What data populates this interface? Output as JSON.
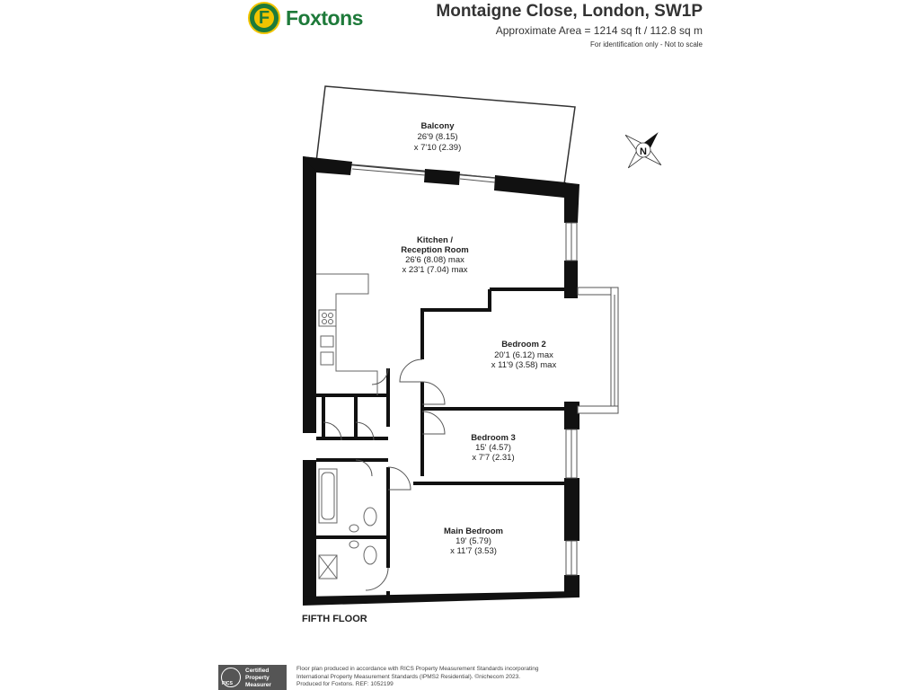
{
  "brand": {
    "initial": "F",
    "name": "Foxtons"
  },
  "header": {
    "title": "Montaigne Close, London, SW1P",
    "area": "Approximate Area = 1214 sq ft / 112.8 sq m",
    "disclaimer": "For identification only - Not to scale"
  },
  "compass": {
    "letter": "N"
  },
  "rooms": [
    {
      "name": "Balcony",
      "dim1": "26'9 (8.15)",
      "dim2": "x 7'10 (2.39)"
    },
    {
      "name": "Kitchen /",
      "name2": "Reception Room",
      "dim1": "26'6 (8.08) max",
      "dim2": "x 23'1 (7.04) max"
    },
    {
      "name": "Bedroom 2",
      "dim1": "20'1 (6.12) max",
      "dim2": "x 11'9 (3.58) max"
    },
    {
      "name": "Bedroom 3",
      "dim1": "15' (4.57)",
      "dim2": "x 7'7 (2.31)"
    },
    {
      "name": "Main Bedroom",
      "dim1": "19' (5.79)",
      "dim2": "x 11'7 (3.53)"
    }
  ],
  "floor_label": "FIFTH FLOOR",
  "footer": {
    "rics": "RICS",
    "badge_line1": "Certified",
    "badge_line2": "Property",
    "badge_line3": "Measurer",
    "note_line1": "Floor plan produced in accordance with RICS Property Measurement Standards incorporating",
    "note_line2": "International Property Measurement Standards (IPMS2 Residential). ©nichecom 2023.",
    "note_line3": "Produced for Foxtons.",
    "ref": "REF: 1052199"
  },
  "colors": {
    "brand_green": "#1e7a3a",
    "brand_yellow": "#f2c400",
    "wall": "#111111"
  }
}
